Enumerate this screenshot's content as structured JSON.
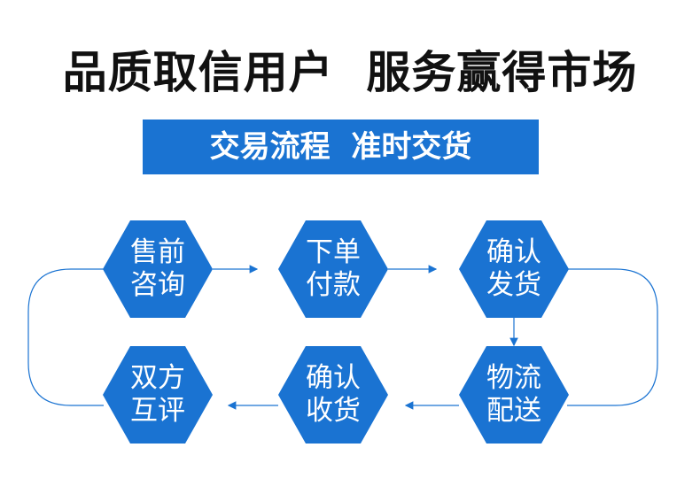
{
  "title": "品质取信用户  服务赢得市场",
  "banner": "交易流程  准时交货",
  "accent": "#1a73d2",
  "steps": [
    {
      "label": "售前咨询"
    },
    {
      "label": "下单付款"
    },
    {
      "label": "确认发货"
    },
    {
      "label": "物流配送"
    },
    {
      "label": "确认收货"
    },
    {
      "label": "双方互评"
    }
  ]
}
